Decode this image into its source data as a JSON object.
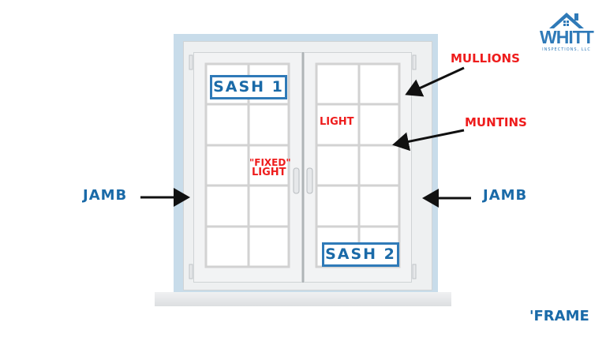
{
  "logo": {
    "name": "WHITT",
    "subtitle": "INSPECTIONS, LLC",
    "icon": "house-icon"
  },
  "labels": {
    "jamb_left": "JAMB",
    "jamb_right": "JAMB",
    "mullions": "MULLIONS",
    "muntins": "MUNTINS",
    "frame": "'FRAME",
    "sash1": "SASH 1",
    "sash2": "SASH 2",
    "light": "LIGHT",
    "fixed_light_line1": "\"FIXED\"",
    "fixed_light_line2": "LIGHT"
  },
  "colors": {
    "blue": "#1a6aa8",
    "red": "#ee1c1c",
    "frame": "#c8dcea"
  }
}
